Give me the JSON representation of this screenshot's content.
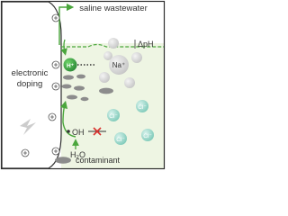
{
  "labels": {
    "saline": "saline wastewater",
    "electronic": "electronic",
    "doping": "doping",
    "delta_ph": "ΔpH",
    "h_plus": "H⁺",
    "na_plus": "Na⁺",
    "cl": "Cl⁻",
    "oh": "OH",
    "water": "H₂O",
    "contaminant": "contaminant"
  },
  "colors": {
    "frame": "#2e2e2e",
    "electrode_bg": "#ffffff",
    "solution_bg": "#eef5e3",
    "green_arrow": "#4aa63c",
    "dashed_line": "#4aa63c",
    "proton": "#36a84a",
    "chloride": "#8fd4c6",
    "sodium": "#d9d9d9",
    "contaminant": "#8c8c8c",
    "cross": "#d9322e",
    "lightning": "#cccccc"
  },
  "icons": {
    "lightning": "lightning-icon",
    "cross": "cross-icon",
    "radical_dot": "radical-dot"
  }
}
